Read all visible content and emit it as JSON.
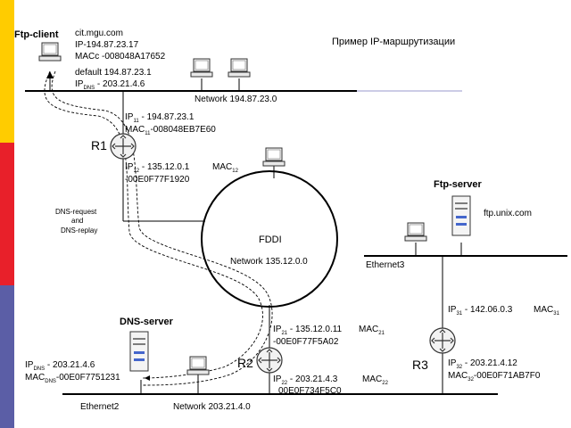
{
  "title": "Пример IP-маршрутизации",
  "colors": {
    "sidebar": [
      "#FFCC00",
      "#E8202A",
      "#5B5EA6"
    ],
    "line": "#000000",
    "network_line": "#9999CC"
  },
  "ftp_client": {
    "name": "Ftp-client",
    "host": "cit.mgu.com",
    "ip": "IP-194.87.23.17",
    "mac": "MACc -008048A17652",
    "default": "default  194.87.23.1",
    "ipdns_prefix": "IP",
    "ipdns_sub": "DNS",
    "ipdns_value": " - 203.21.4.6"
  },
  "network1": "Network 194.87.23.0",
  "r1": {
    "label": "R1",
    "ip11_prefix": "IP",
    "ip11_sub": "11",
    "ip11_value": " - 194.87.23.1",
    "mac11_prefix": "MAC",
    "mac11_sub": "11",
    "mac11_value": "-008048EB7E60",
    "ip12_prefix": "IP",
    "ip12_sub": "12",
    "ip12_value": " - 135.12.0.1",
    "mac12_prefix": "MAC",
    "mac12_sub": "12",
    "mac12_value": "-00E0F77F1920"
  },
  "dns_request": [
    "DNS-request",
    "and",
    "DNS-replay"
  ],
  "fddi": {
    "label": "FDDI",
    "network": "Network 135.12.0.0"
  },
  "ftp_server": {
    "name": "Ftp-server",
    "host": "ftp.unix.com",
    "ethernet": "Ethernet3"
  },
  "r3": {
    "label": "R3",
    "ip31_prefix": "IP",
    "ip31_sub": "31",
    "ip31_value": " - 142.06.0.3",
    "mac31_prefix": "MAC",
    "mac31_sub": "31",
    "ip32_prefix": "IP",
    "ip32_sub": "32",
    "ip32_value": " - 203.21.4.12",
    "mac32_prefix": "MAC",
    "mac32_sub": "32",
    "mac32_value": "-00E0F71AB7F0"
  },
  "dns_server": {
    "name": "DNS-server",
    "ip_prefix": "IP",
    "ip_sub": "DNS",
    "ip_value": " - 203.21.4.6",
    "mac_prefix": "MAC",
    "mac_sub": "DNS",
    "mac_value": "-00E0F7751231"
  },
  "r2": {
    "label": "R2",
    "ip21_prefix": "IP",
    "ip21_sub": "21",
    "ip21_value": " - 135.12.0.11",
    "mac21_prefix": "MAC",
    "mac21_sub": "21",
    "mac21_value": "-00E0F77F5A02",
    "ip22_prefix": "IP",
    "ip22_sub": "22",
    "ip22_value": " - 203.21.4.3",
    "mac22_prefix": "MAC",
    "mac22_sub": "22",
    "mac22_value": "00E0F734F5C0"
  },
  "ethernet2": "Ethernet2",
  "network2": "Network 203.21.4.0"
}
